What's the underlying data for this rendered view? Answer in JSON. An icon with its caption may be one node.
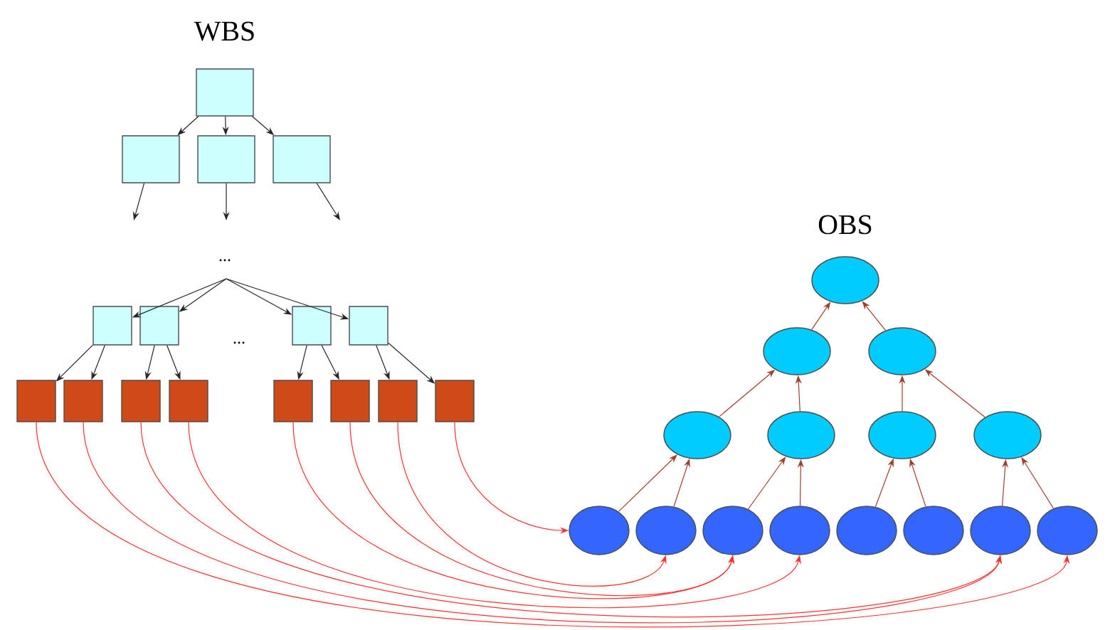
{
  "diagram": {
    "nodes": [
      {
        "text": [],
        "shape": "box"
      },
      {
        "text": [],
        "shape": "box"
      },
      {
        "text": [],
        "shape": "box"
      },
      {
        "text": [],
        "shape": "box"
      },
      {
        "text": [],
        "shape": "box"
      },
      {
        "text": [],
        "shape": "box"
      },
      {
        "text": [],
        "shape": "box"
      },
      {
        "text": [],
        "shape": "box"
      },
      {
        "text": [],
        "shape": "box"
      },
      {
        "text": [],
        "shape": "box"
      },
      {
        "text": [],
        "shape": "box"
      },
      {
        "text": [],
        "shape": "box"
      },
      {
        "text": [],
        "shape": "box"
      },
      {
        "text": [],
        "shape": "box"
      },
      {
        "text": [],
        "shape": "box"
      },
      {
        "text": [],
        "shape": "box"
      },
      {
        "text": [],
        "shape": "ellipse"
      },
      {
        "text": [],
        "shape": "ellipse"
      },
      {
        "text": [],
        "shape": "ellipse"
      },
      {
        "text": [],
        "shape": "ellipse"
      },
      {
        "text": [],
        "shape": "ellipse"
      },
      {
        "text": [],
        "shape": "ellipse"
      },
      {
        "text": [],
        "shape": "ellipse"
      },
      {
        "text": [],
        "shape": "ellipse"
      },
      {
        "text": [],
        "shape": "ellipse"
      },
      {
        "text": [],
        "shape": "ellipse"
      },
      {
        "text": [],
        "shape": "ellipse"
      },
      {
        "text": [],
        "shape": "ellipse"
      },
      {
        "text": [],
        "shape": "ellipse"
      },
      {
        "text": [],
        "shape": "ellipse"
      },
      {
        "text": [],
        "shape": "ellipse"
      }
    ],
    "edges": [
      {
        "from": 0,
        "to": 1,
        "arrow": "to"
      },
      {
        "from": 0,
        "to": 2,
        "arrow": "to"
      },
      {
        "from": 0,
        "to": 3,
        "arrow": "to"
      },
      {
        "from": 1,
        "to": null,
        "arrow": "to"
      },
      {
        "from": 2,
        "to": null,
        "arrow": "to"
      },
      {
        "from": 3,
        "to": null,
        "arrow": "to"
      },
      {
        "from": null,
        "to": 4,
        "arrow": "to"
      },
      {
        "from": null,
        "to": 5,
        "arrow": "to"
      },
      {
        "from": null,
        "to": 6,
        "arrow": "to"
      },
      {
        "from": null,
        "to": 7,
        "arrow": "to"
      },
      {
        "from": 4,
        "to": 8,
        "arrow": "to"
      },
      {
        "from": 4,
        "to": 9,
        "arrow": "to"
      },
      {
        "from": 5,
        "to": 10,
        "arrow": "to"
      },
      {
        "from": 5,
        "to": 11,
        "arrow": "to"
      },
      {
        "from": 6,
        "to": 12,
        "arrow": "to"
      },
      {
        "from": 6,
        "to": 13,
        "arrow": "to"
      },
      {
        "from": 7,
        "to": 14,
        "arrow": "to"
      },
      {
        "from": 7,
        "to": 15,
        "arrow": "to"
      },
      {
        "from": 17,
        "to": 16,
        "arrow": "to",
        "color": "#a0402c"
      },
      {
        "from": 18,
        "to": 16,
        "arrow": "to",
        "color": "#a0402c"
      },
      {
        "from": 19,
        "to": 17,
        "arrow": "to",
        "color": "#a0402c"
      },
      {
        "from": 20,
        "to": 17,
        "arrow": "to",
        "color": "#a0402c"
      },
      {
        "from": 21,
        "to": 18,
        "arrow": "to",
        "color": "#a0402c"
      },
      {
        "from": 22,
        "to": 18,
        "arrow": "to",
        "color": "#a0402c"
      },
      {
        "from": 23,
        "to": 19,
        "arrow": "to",
        "color": "#a0402c"
      },
      {
        "from": 24,
        "to": 19,
        "arrow": "to",
        "color": "#a0402c"
      },
      {
        "from": 25,
        "to": 20,
        "arrow": "to",
        "color": "#a0402c"
      },
      {
        "from": 26,
        "to": 20,
        "arrow": "to",
        "color": "#a0402c"
      },
      {
        "from": 27,
        "to": 21,
        "arrow": "to",
        "color": "#a0402c"
      },
      {
        "from": 28,
        "to": 21,
        "arrow": "to",
        "color": "#a0402c"
      },
      {
        "from": 29,
        "to": 22,
        "arrow": "to",
        "color": "#a0402c"
      },
      {
        "from": 30,
        "to": 22,
        "arrow": "to",
        "color": "#a0402c"
      },
      {
        "from": 15,
        "to": 23,
        "arrow": "to",
        "color": "#ff3030"
      },
      {
        "from": 14,
        "to": 24,
        "arrow": "to",
        "color": "#ff3030"
      },
      {
        "from": 13,
        "to": 25,
        "arrow": "to",
        "color": "#ff3030"
      },
      {
        "from": 12,
        "to": 25,
        "arrow": "to",
        "color": "#ff3030"
      },
      {
        "from": 11,
        "to": 26,
        "arrow": "to",
        "color": "#ff3030"
      },
      {
        "from": 10,
        "to": 29,
        "arrow": "to",
        "color": "#ff3030"
      },
      {
        "from": 9,
        "to": 29,
        "arrow": "to",
        "color": "#ff3030"
      },
      {
        "from": 8,
        "to": 30,
        "arrow": "to",
        "color": "#ff3030"
      }
    ],
    "labels": [
      "WBS",
      "...",
      "...",
      "OBS"
    ]
  }
}
